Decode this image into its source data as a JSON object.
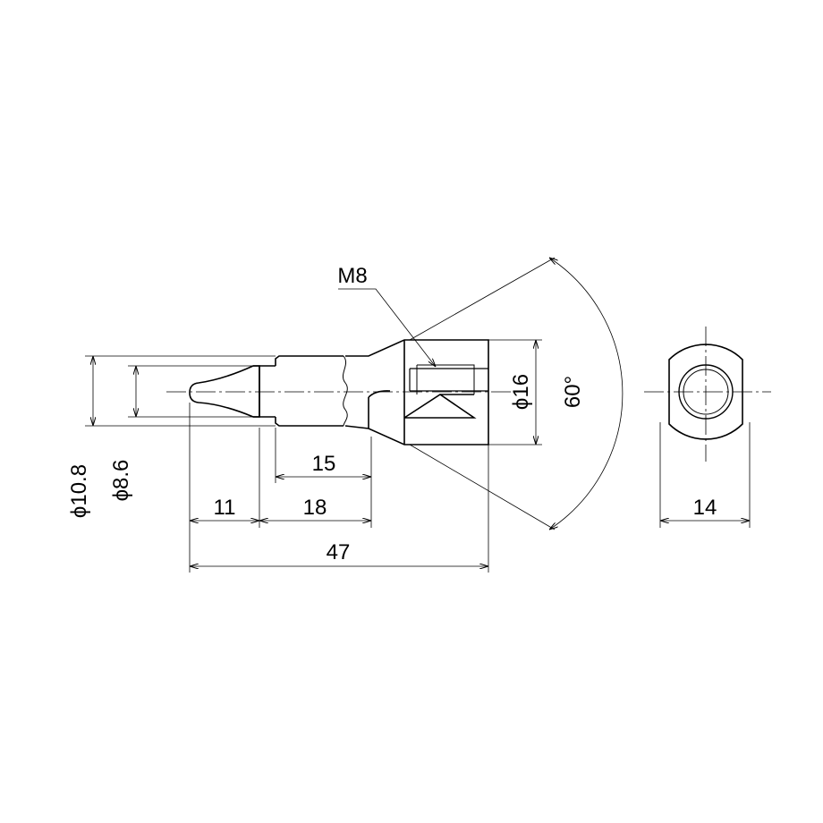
{
  "dimensions": {
    "dia_10_8": "ϕ10.8",
    "dia_8_6": "ϕ8.6",
    "dia_16": "ϕ16",
    "len_15": "15",
    "len_11": "11",
    "len_18": "18",
    "len_47": "47",
    "width_14": "14",
    "angle_60": "60°",
    "thread_m8": "M8"
  }
}
